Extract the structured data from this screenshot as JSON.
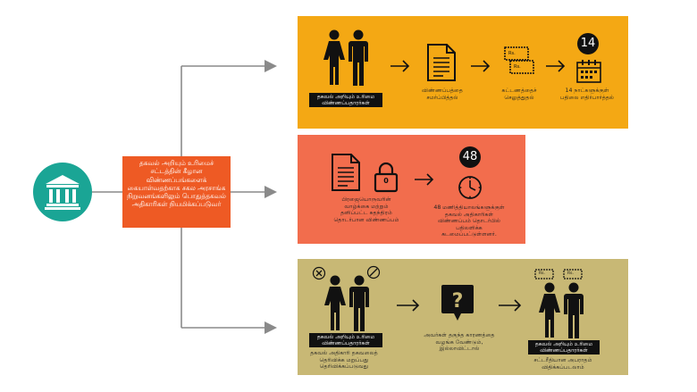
{
  "colors": {
    "panel_top": "#f4a814",
    "panel_middle": "#f26d4d",
    "panel_bottom": "#c8b875",
    "main_box": "#ee5a24",
    "institution_circle": "#1aa595",
    "connector": "#8a8a8a"
  },
  "source": {
    "icon": "government-building-icon",
    "text": "தகவல் அறியும் உரிமைச் சட்டத்தின் கீழான விண்ணப்பங்களைக் கையாள்வதற்காக சகல அரசாங்க நிறுவனங்களிலும் பொதுத்தகவல் அதிகாரிகள் நியமிக்கப்படுவர்"
  },
  "top_flow": {
    "applicants_label": "தகவல் அறியும் உரிமை விண்ணப்பதாரர்கள்",
    "step_document": "விண்ணப்பத்தை சமர்ப்பித்தல்",
    "fee_badge_1": "Rs.",
    "fee_badge_2": "Rs.",
    "step_fee": "கட்டணத்தைச் செலுத்துதல்",
    "days_number": "14",
    "step_days": "14 நாட்களுக்குள் பதிலை எதிர்பார்த்தல்"
  },
  "middle_flow": {
    "lock_digit": "0",
    "step_privacy": "பிரஜையொருவரின் வாழ்க்கை மற்றும் தனிப்பட்ட சுதந்திரம் தொடர்பான விண்ணப்பம்",
    "hours_number": "48",
    "step_hours": "48 மணித்தியாலங்களுக்குள் தகவல் அதிகாரிகள் விண்ணப்பம் தொடர்பில் பதிலளிக்க கடமைப்பட்டுள்ளனர்."
  },
  "bottom_flow": {
    "applicants_label": "தகவல் அறியும் உரிமை விண்ணப்பதாரர்கள்",
    "step_refusal": "தகவல் அதிகாரி தகவலைத் தெரிவிக்க மறுப்பது தெரிவிக்கப்படுவது",
    "step_reason": "அவர்கள் தகுந்த காரணத்தை வழங்க வேண்டும், இல்லாவிட்டால்",
    "fee_badge_1": "Rs.",
    "fee_badge_2": "Rs.",
    "applicants_label_2": "தகவல் அறியும் உரிமை விண்ணப்பதாரர்கள்",
    "step_fine": "சட்டரீதியான அபராதம் விதிக்கப்படலாம்"
  }
}
